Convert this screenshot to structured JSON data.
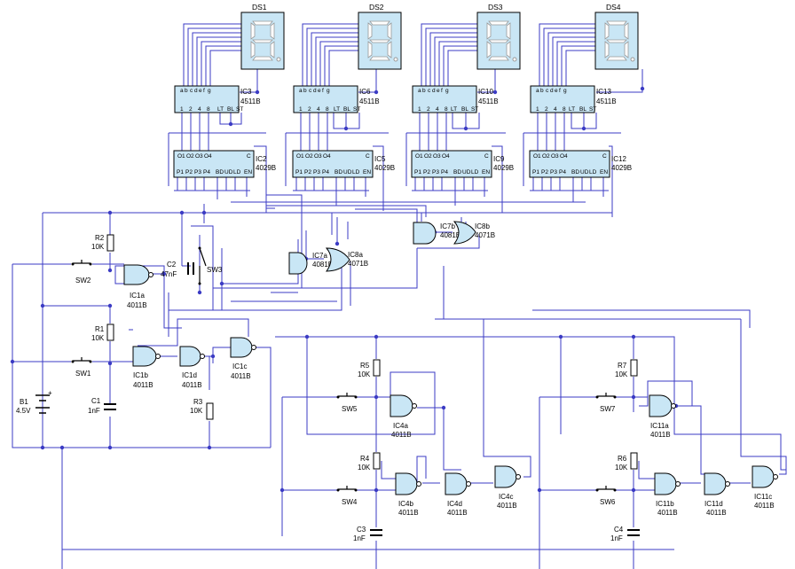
{
  "displays": [
    {
      "label": "DS1",
      "decoder": "IC3",
      "decoder_type": "4511B",
      "counter": "IC2",
      "counter_type": "4029B"
    },
    {
      "label": "DS2",
      "decoder": "IC6",
      "decoder_type": "4511B",
      "counter": "IC5",
      "counter_type": "4029B"
    },
    {
      "label": "DS3",
      "decoder": "IC10",
      "decoder_type": "4511B",
      "counter": "IC9",
      "counter_type": "4029B"
    },
    {
      "label": "DS4",
      "decoder": "IC13",
      "decoder_type": "4511B",
      "counter": "IC12",
      "counter_type": "4029B"
    }
  ],
  "decoder_pins_top": [
    "a",
    "b",
    "c",
    "d",
    "e",
    "f",
    "g"
  ],
  "decoder_pins_bottom": [
    "1",
    "2",
    "4",
    "8",
    "LT",
    "BL",
    "ST"
  ],
  "counter_pins_top": [
    "O1",
    "O2",
    "O3",
    "O4",
    "C"
  ],
  "counter_pins_bottom": [
    "P1",
    "P2",
    "P3",
    "P4",
    "BD",
    "UD",
    "LD",
    "EN"
  ],
  "gates": {
    "ic1a": "IC1a",
    "ic1b": "IC1b",
    "ic1c": "IC1c",
    "ic1d": "IC1d",
    "ic4a": "IC4a",
    "ic4b": "IC4b",
    "ic4c": "IC4c",
    "ic4d": "IC4d",
    "ic11a": "IC11a",
    "ic11b": "IC11b",
    "ic11c": "IC11c",
    "ic11d": "IC11d",
    "ic7a": "IC7a",
    "ic7b": "IC7b",
    "ic8a": "IC8a",
    "ic8b": "IC8b",
    "t4011": "4011B",
    "t4081": "4081B",
    "t4071": "4071B"
  },
  "passives": {
    "r1": "R1",
    "r2": "R2",
    "r3": "R3",
    "r4": "R4",
    "r5": "R5",
    "r6": "R6",
    "r7": "R7",
    "k10": "10K",
    "c1": "C1",
    "c2": "C2",
    "c3": "C3",
    "c4": "C4",
    "nf1": "1nF",
    "nf47": "47nF",
    "b1": "B1",
    "v45": "4.5V",
    "sw1": "SW1",
    "sw2": "SW2",
    "sw3": "SW3",
    "sw4": "SW4",
    "sw5": "SW5",
    "sw6": "SW6",
    "sw7": "SW7",
    "plus": "+"
  }
}
